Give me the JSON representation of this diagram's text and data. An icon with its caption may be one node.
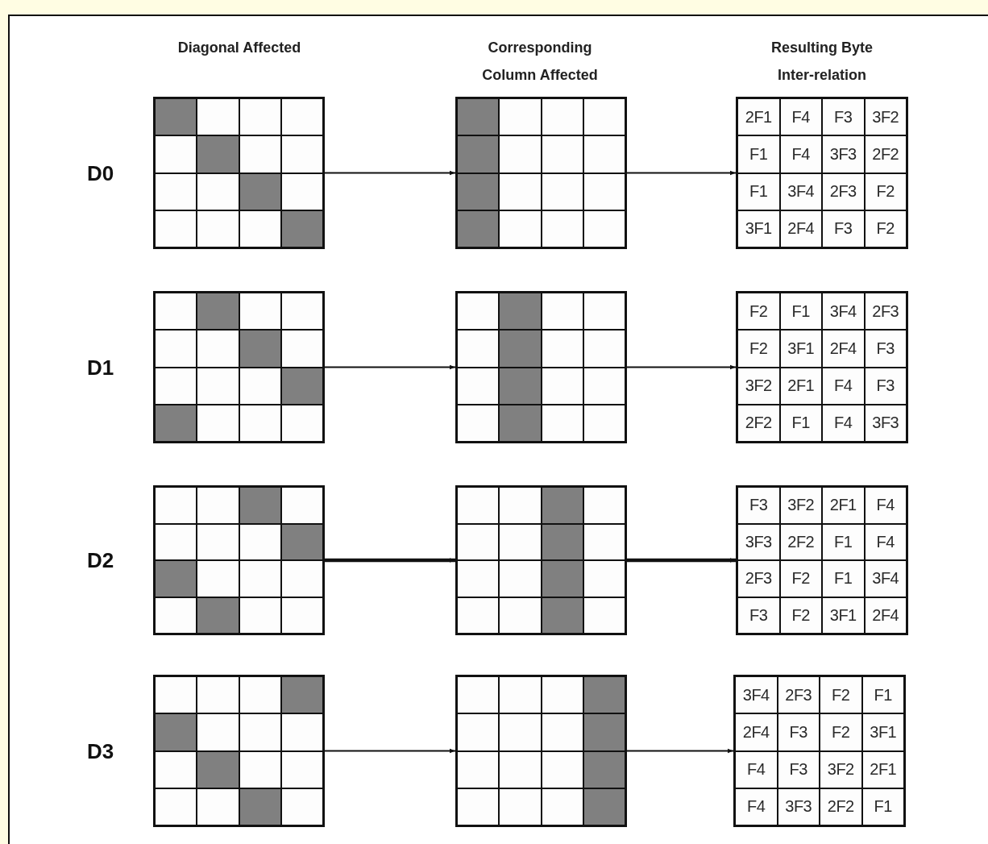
{
  "diagram": {
    "nodes": [
      {
        "text": [],
        "shape": "grid",
        "beside": [
          "D0"
        ]
      },
      {
        "text": [],
        "shape": "grid"
      },
      {
        "text": [
          "2F1",
          "F4",
          "F3",
          "3F2",
          "F1",
          "F4",
          "3F3",
          "2F2",
          "F1",
          "3F4",
          "2F3",
          "F2",
          "3F1",
          "2F4",
          "F3",
          "F2"
        ]
      },
      {
        "text": [],
        "shape": "grid",
        "beside": [
          "D1"
        ]
      },
      {
        "text": [],
        "shape": "grid"
      },
      {
        "text": [
          "F2",
          "F1",
          "3F4",
          "2F3",
          "F2",
          "3F1",
          "2F4",
          "F3",
          "3F2",
          "2F1",
          "F4",
          "F3",
          "2F2",
          "F1",
          "F4",
          "3F3"
        ]
      },
      {
        "text": [],
        "shape": "grid",
        "beside": [
          "D2"
        ]
      },
      {
        "text": [],
        "shape": "grid"
      },
      {
        "text": [
          "F3",
          "3F2",
          "2F1",
          "F4",
          "3F3",
          "2F2",
          "F1",
          "F4",
          "2F3",
          "F2",
          "F1",
          "3F4",
          "F3",
          "F2",
          "3F1",
          "2F4"
        ]
      },
      {
        "text": [],
        "shape": "grid",
        "beside": [
          "D3"
        ]
      },
      {
        "text": [],
        "shape": "grid"
      },
      {
        "text": [
          "3F4",
          "2F3",
          "F2",
          "F1",
          "2F4",
          "F3",
          "F2",
          "3F1",
          "F4",
          "F3",
          "3F2",
          "2F1",
          "F4",
          "3F3",
          "2F2",
          "F1"
        ]
      }
    ],
    "edges": [
      {
        "from": 0,
        "to": 1,
        "arrow": "to"
      },
      {
        "from": 1,
        "to": 2,
        "arrow": "to"
      },
      {
        "from": 3,
        "to": 4,
        "arrow": "to"
      },
      {
        "from": 4,
        "to": 5,
        "arrow": "to"
      },
      {
        "from": 6,
        "to": 7,
        "arrow": "to",
        "style": "thick"
      },
      {
        "from": 7,
        "to": 8,
        "arrow": "to",
        "style": "thick"
      },
      {
        "from": 9,
        "to": 10,
        "arrow": "to"
      },
      {
        "from": 10,
        "to": 11,
        "arrow": "to"
      }
    ],
    "labels": [
      "Diagonal Affected",
      "Corresponding Column Affected",
      "Resulting Byte Inter-relation"
    ]
  }
}
